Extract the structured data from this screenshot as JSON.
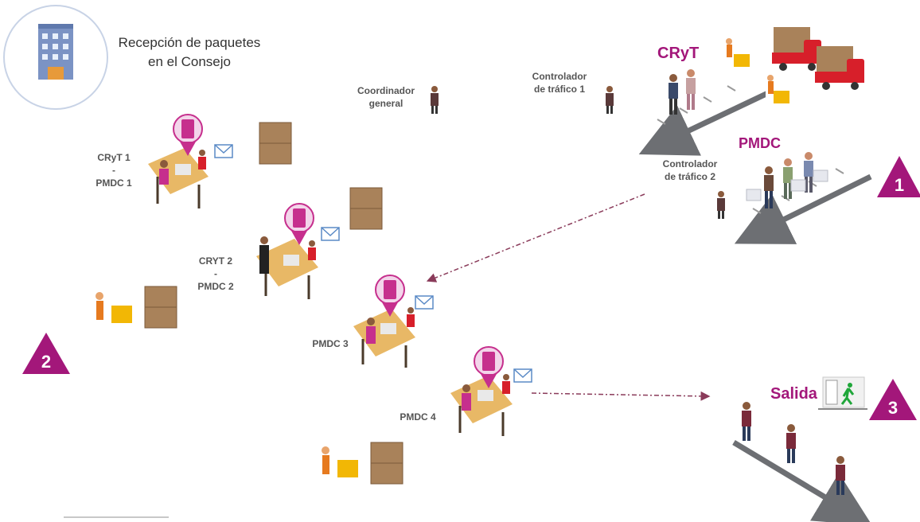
{
  "header": {
    "title_line1": "Recepción de paquetes",
    "title_line2": "en el Consejo"
  },
  "roles": {
    "coordinador_line1": "Coordinador",
    "coordinador_line2": "general",
    "controlador1_line1": "Controlador",
    "controlador1_line2": "de tráfico 1",
    "controlador2_line1": "Controlador",
    "controlador2_line2": "de tráfico 2"
  },
  "lanes": {
    "cryt": "CRyT",
    "pmdc": "PMDC",
    "salida": "Salida"
  },
  "stations": [
    {
      "line1": "CRyT 1",
      "sep": "-",
      "line2": "PMDC 1"
    },
    {
      "line1": "CRYT 2",
      "sep": "-",
      "line2": "PMDC 2"
    },
    {
      "line1": "PMDC 3"
    },
    {
      "line1": "PMDC 4"
    }
  ],
  "steps": [
    "1",
    "2",
    "3"
  ],
  "colors": {
    "accent": "#a3177a",
    "arrow": "#6d6f73",
    "dashed": "#8a3b5a",
    "truck": "#d71f2a",
    "box": "#a9825a",
    "table": "#e8b866",
    "phone": "#c62f8d"
  }
}
